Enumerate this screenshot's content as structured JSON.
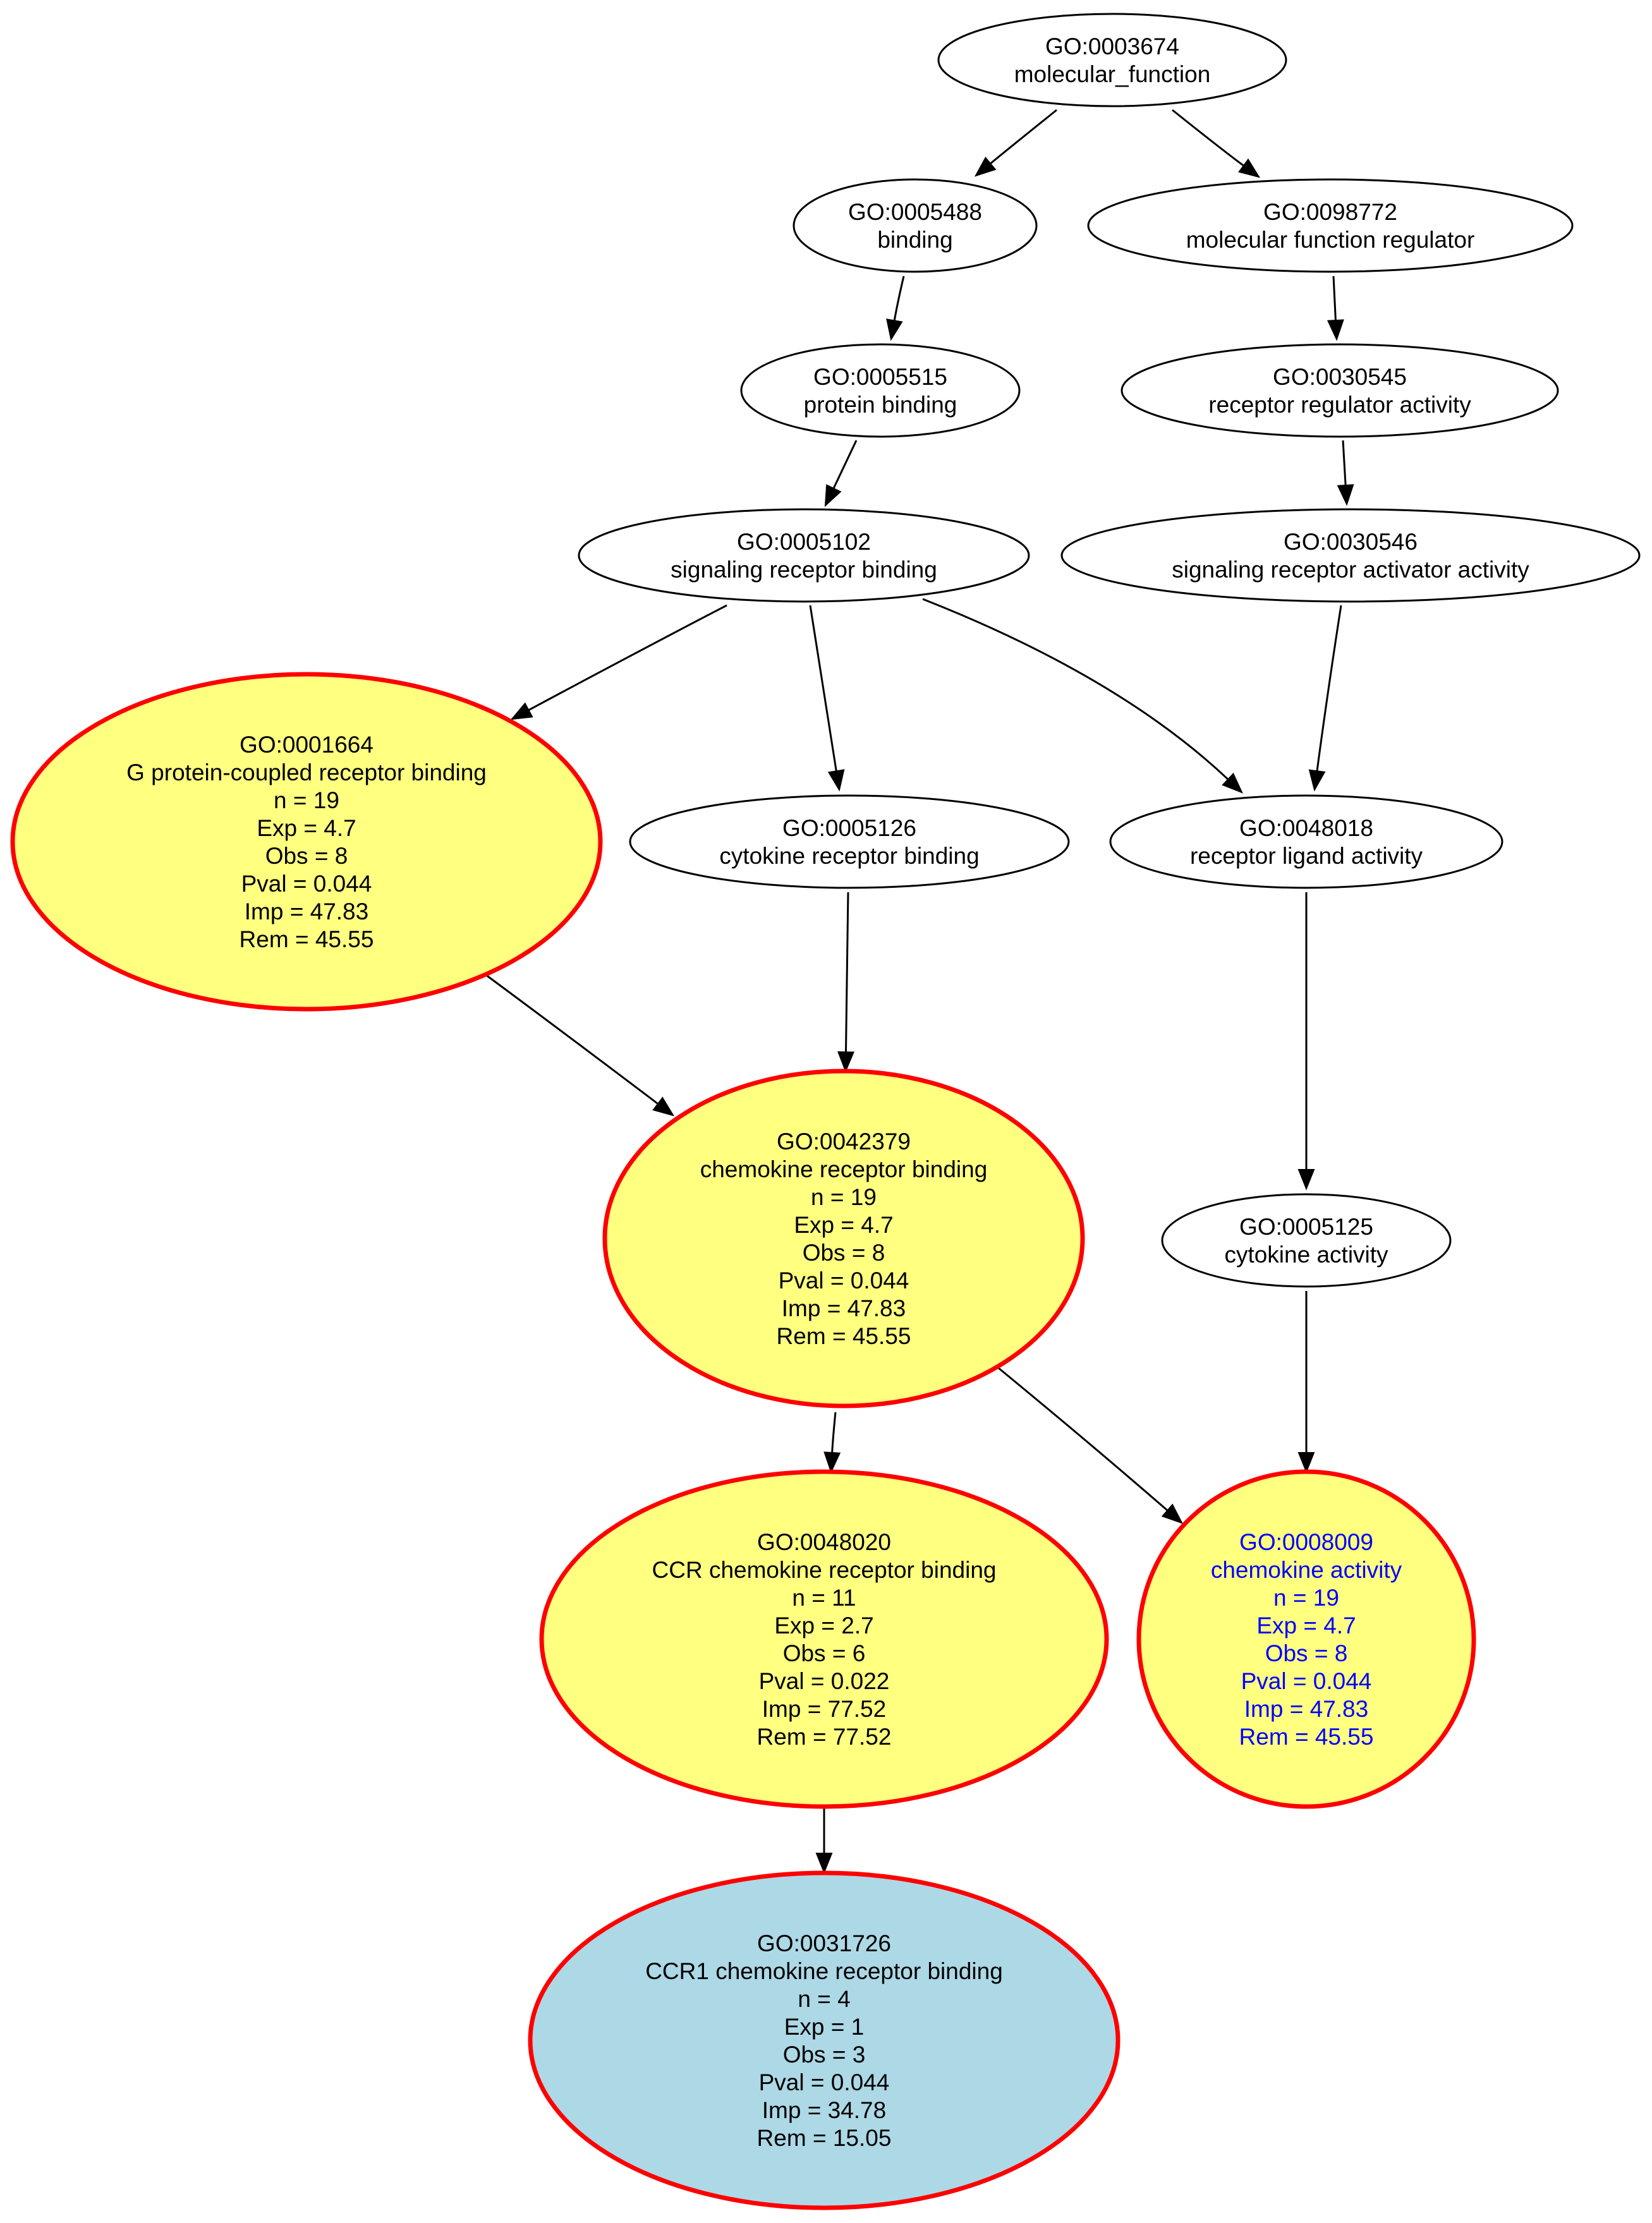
{
  "nodes": [
    {
      "key": "n0003674",
      "lines": [
        "GO:0003674",
        "molecular_function"
      ],
      "style": "plain"
    },
    {
      "key": "n0005488",
      "lines": [
        "GO:0005488",
        "binding"
      ],
      "style": "plain"
    },
    {
      "key": "n0098772",
      "lines": [
        "GO:0098772",
        "molecular function regulator"
      ],
      "style": "plain"
    },
    {
      "key": "n0005515",
      "lines": [
        "GO:0005515",
        "protein binding"
      ],
      "style": "plain"
    },
    {
      "key": "n0030545",
      "lines": [
        "GO:0030545",
        "receptor regulator activity"
      ],
      "style": "plain"
    },
    {
      "key": "n0005102",
      "lines": [
        "GO:0005102",
        "signaling receptor binding"
      ],
      "style": "plain"
    },
    {
      "key": "n0030546",
      "lines": [
        "GO:0030546",
        "signaling receptor activator activity"
      ],
      "style": "plain"
    },
    {
      "key": "n0001664",
      "lines": [
        "GO:0001664",
        "G protein-coupled receptor binding",
        "n = 19",
        "Exp = 4.7",
        "Obs = 8",
        "Pval = 0.044",
        "Imp = 47.83",
        "Rem = 45.55"
      ],
      "style": "yellow"
    },
    {
      "key": "n0005126",
      "lines": [
        "GO:0005126",
        "cytokine receptor binding"
      ],
      "style": "plain"
    },
    {
      "key": "n0048018",
      "lines": [
        "GO:0048018",
        "receptor ligand activity"
      ],
      "style": "plain"
    },
    {
      "key": "n0042379",
      "lines": [
        "GO:0042379",
        "chemokine receptor binding",
        "n = 19",
        "Exp = 4.7",
        "Obs = 8",
        "Pval = 0.044",
        "Imp = 47.83",
        "Rem = 45.55"
      ],
      "style": "yellow"
    },
    {
      "key": "n0005125",
      "lines": [
        "GO:0005125",
        "cytokine activity"
      ],
      "style": "plain"
    },
    {
      "key": "n0048020",
      "lines": [
        "GO:0048020",
        "CCR chemokine receptor binding",
        "n = 11",
        "Exp = 2.7",
        "Obs = 6",
        "Pval = 0.022",
        "Imp = 77.52",
        "Rem = 77.52"
      ],
      "style": "yellow"
    },
    {
      "key": "n0008009",
      "lines": [
        "GO:0008009",
        "chemokine activity",
        "n = 19",
        "Exp = 4.7",
        "Obs = 8",
        "Pval = 0.044",
        "Imp = 47.83",
        "Rem = 45.55"
      ],
      "style": "yellow",
      "text_color": "#0000ff"
    },
    {
      "key": "n0031726",
      "lines": [
        "GO:0031726",
        "CCR1 chemokine receptor binding",
        "n = 4",
        "Exp = 1",
        "Obs = 3",
        "Pval = 0.044",
        "Imp = 34.78",
        "Rem = 15.05"
      ],
      "style": "blue"
    }
  ],
  "edges": [
    {
      "from": "n0003674",
      "to": "n0005488"
    },
    {
      "from": "n0003674",
      "to": "n0098772"
    },
    {
      "from": "n0005488",
      "to": "n0005515"
    },
    {
      "from": "n0098772",
      "to": "n0030545"
    },
    {
      "from": "n0005515",
      "to": "n0005102"
    },
    {
      "from": "n0030545",
      "to": "n0030546"
    },
    {
      "from": "n0005102",
      "to": "n0001664"
    },
    {
      "from": "n0005102",
      "to": "n0005126"
    },
    {
      "from": "n0005102",
      "to": "n0048018"
    },
    {
      "from": "n0030546",
      "to": "n0048018"
    },
    {
      "from": "n0001664",
      "to": "n0042379"
    },
    {
      "from": "n0005126",
      "to": "n0042379"
    },
    {
      "from": "n0048018",
      "to": "n0005125"
    },
    {
      "from": "n0042379",
      "to": "n0048020"
    },
    {
      "from": "n0042379",
      "to": "n0008009"
    },
    {
      "from": "n0005125",
      "to": "n0008009"
    },
    {
      "from": "n0048020",
      "to": "n0031726"
    }
  ],
  "colors": {
    "significant_border": "#ff0000",
    "node_yellow": "#ffff80",
    "node_blue": "#add8e6",
    "highlight_text": "#0000ff"
  }
}
